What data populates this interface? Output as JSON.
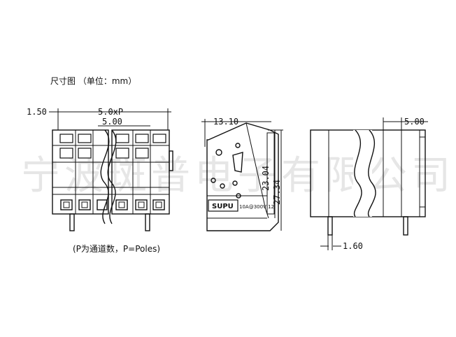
{
  "title": "尺寸图 （单位：mm）",
  "note": "(P为通道数，P=Poles)",
  "watermark": "宁波斑普电子有限公司",
  "brand_mark": "SUPU",
  "side_marking": "10A@300V 12",
  "dimensions": {
    "front_left": "1.50",
    "front_total": "5.0xP",
    "front_pitch": "5.00",
    "side_width": "13.10",
    "side_h1": "23.04",
    "side_h2": "27.34",
    "back_pitch": "5.00",
    "back_pin": "1.60"
  }
}
